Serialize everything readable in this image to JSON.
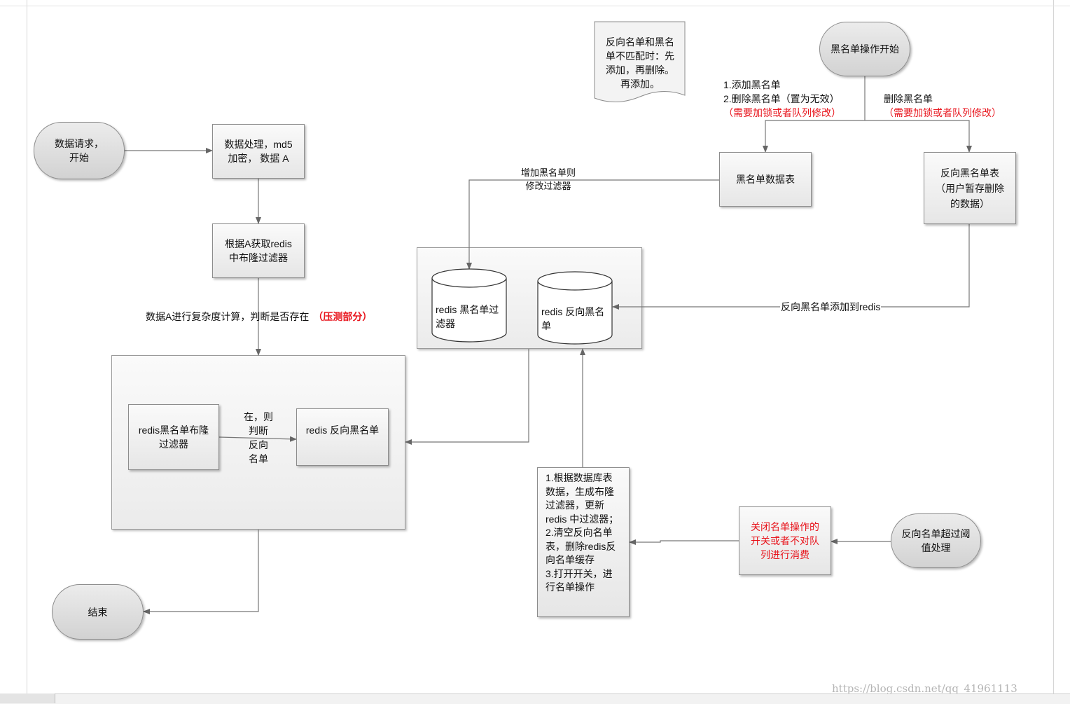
{
  "colors": {
    "accent_red": "#e8141c",
    "node_fill": "#e9e9e9",
    "stroke": "#777777"
  },
  "nodes": {
    "start": [
      "数据请求，",
      "开始"
    ],
    "md5": [
      "数据处理，md5",
      "加密， 数据 A"
    ],
    "get_filter": [
      "根据A获取redis",
      "中布隆过滤器"
    ],
    "bloom_box": [
      "redis黑名单布隆",
      "过滤器"
    ],
    "reverse_box": [
      "redis 反向黑名单"
    ],
    "end": [
      "结束"
    ],
    "note": [
      "反向名单和黑名",
      "单不匹配时：先",
      "添加，再删除。",
      "再添加。"
    ],
    "bl_start": [
      "黑名单操作开始"
    ],
    "bl_table": [
      "黑名单数据表"
    ],
    "rev_table": [
      "反向黑名单表",
      "（用户暂存删除",
      "的数据）"
    ],
    "cyl_filter": [
      "redis 黑名单过",
      "滤器"
    ],
    "cyl_reverse": [
      "redis 反向黑名",
      "单"
    ],
    "rebuild": [
      "1.根据数据库表",
      "数据，生成布隆",
      "过滤器，更新",
      "redis 中过滤器；",
      "2.清空反向名单",
      "表，删除redis反",
      "向名单缓存",
      "3.打开开关，进",
      "行名单操作"
    ],
    "close_switch": [
      "关闭名单操作的",
      "开关或者不对队",
      "列进行消费"
    ],
    "threshold": [
      "反向名单超过阈",
      "值处理"
    ]
  },
  "labels": {
    "complexity": "数据A进行复杂度计算，判断是否存在",
    "stress": "（压测部分）",
    "in_then": [
      "在，则",
      "判断",
      "反向",
      "名单"
    ],
    "add_op": [
      "1.添加黑名单",
      "2.删除黑名单（置为无效）"
    ],
    "lock_left": "（需要加锁或者队列修改）",
    "delete_op": "删除黑名单",
    "lock_right": "（需要加锁或者队列修改）",
    "modify_filter": [
      "增加黑名单则",
      "修改过滤器"
    ],
    "rev_add_redis": "反向黑名单添加到redis"
  },
  "watermark": "https://blog.csdn.net/qq_41961113"
}
